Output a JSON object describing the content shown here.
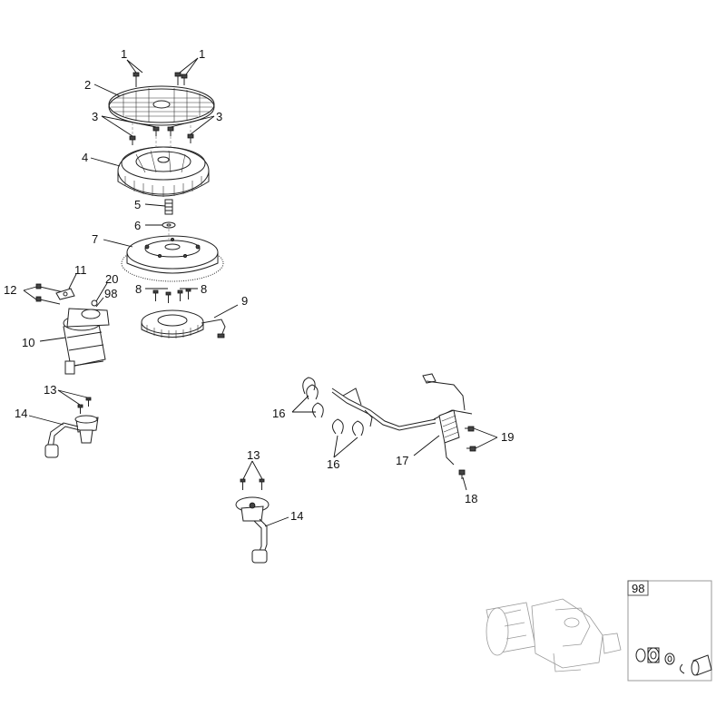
{
  "callouts": {
    "c1a": "1",
    "c1b": "1",
    "c2": "2",
    "c3a": "3",
    "c3b": "3",
    "c4": "4",
    "c5": "5",
    "c6": "6",
    "c7": "7",
    "c8a": "8",
    "c8b": "8",
    "c9": "9",
    "c10": "10",
    "c11": "11",
    "c12": "12",
    "c20": "20",
    "c98": "98",
    "c13a": "13",
    "c13b": "13",
    "c14a": "14",
    "c14b": "14",
    "c16a": "16",
    "c16b": "16",
    "c17": "17",
    "c18": "18",
    "c19": "19"
  },
  "inset": {
    "label": "98"
  },
  "colors": {
    "line": "#222222",
    "faint": "#9a9a9a",
    "background": "#ffffff"
  }
}
